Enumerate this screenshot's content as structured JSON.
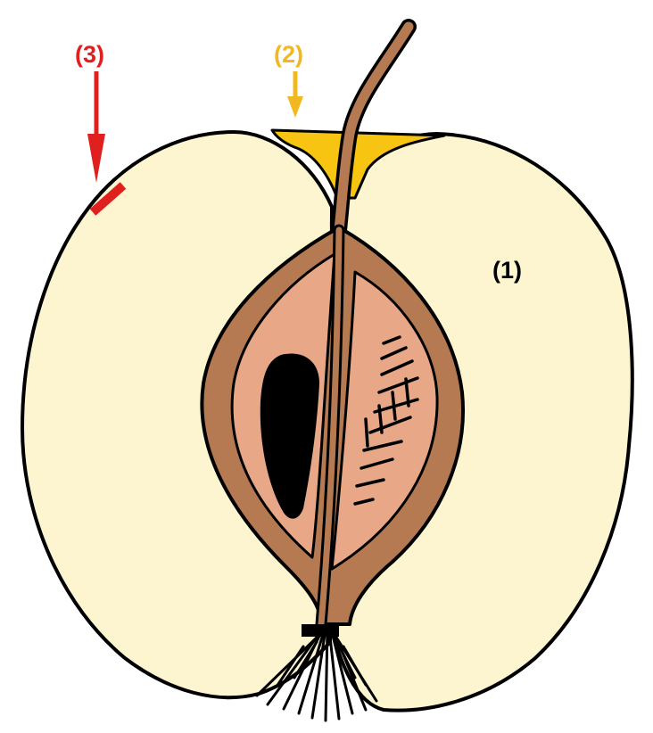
{
  "labels": {
    "flesh": "(1)",
    "calyx_cup": "(2)",
    "skin": "(3)"
  },
  "colors": {
    "flesh": "#fdf4d0",
    "core_wall": "#b57a52",
    "core_inner": "#e8a888",
    "seed": "#000000",
    "calyx_cup": "#f7c411",
    "skin_marker": "#e0201f",
    "label_1": "#000000",
    "label_2": "#f2b820",
    "label_3": "#e0201f",
    "outline": "#000000"
  }
}
